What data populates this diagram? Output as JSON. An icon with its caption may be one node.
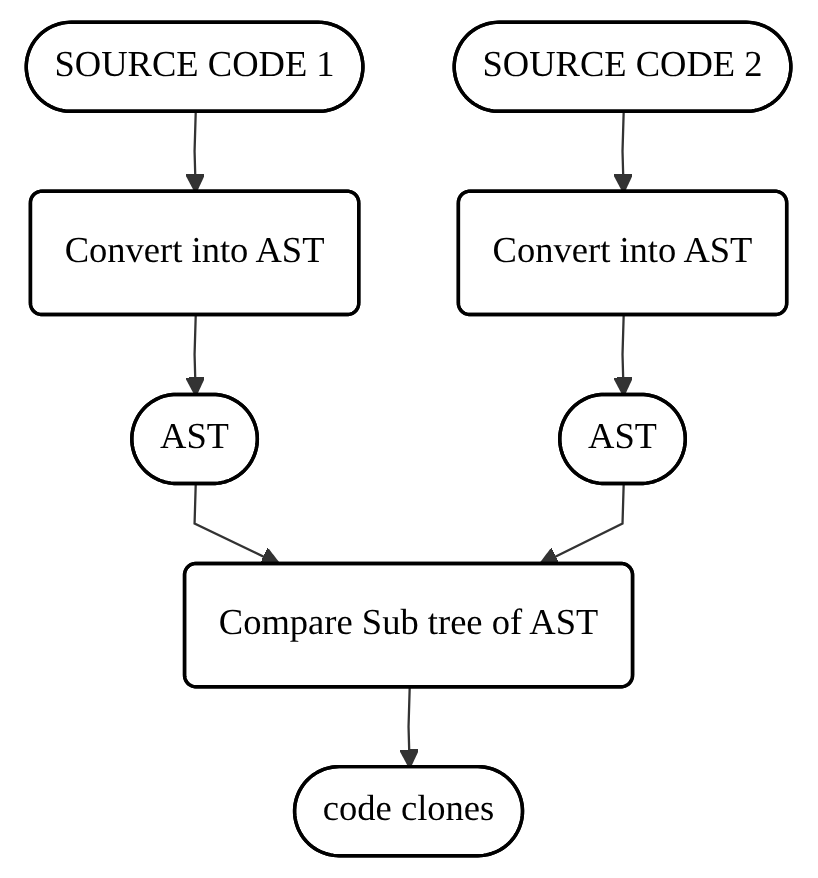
{
  "diagram": {
    "nodes": [
      {
        "text": [
          "SOURCE CODE 1"
        ]
      },
      {
        "text": [
          "SOURCE CODE 2"
        ]
      },
      {
        "text": [
          "Convert into AST"
        ]
      },
      {
        "text": [
          "Convert into AST"
        ]
      },
      {
        "text": [
          "AST"
        ]
      },
      {
        "text": [
          "AST"
        ]
      },
      {
        "text": [
          "Compare Sub tree of AST"
        ]
      },
      {
        "text": [
          "code clones"
        ]
      }
    ],
    "edges": [
      {
        "from": 0,
        "to": 2,
        "arrow": "to"
      },
      {
        "from": 1,
        "to": 3,
        "arrow": "to"
      },
      {
        "from": 2,
        "to": 4,
        "arrow": "to"
      },
      {
        "from": 3,
        "to": 5,
        "arrow": "to"
      },
      {
        "from": 4,
        "to": 6,
        "arrow": "to"
      },
      {
        "from": 5,
        "to": 6,
        "arrow": "to"
      },
      {
        "from": 6,
        "to": 7,
        "arrow": "to"
      }
    ]
  }
}
